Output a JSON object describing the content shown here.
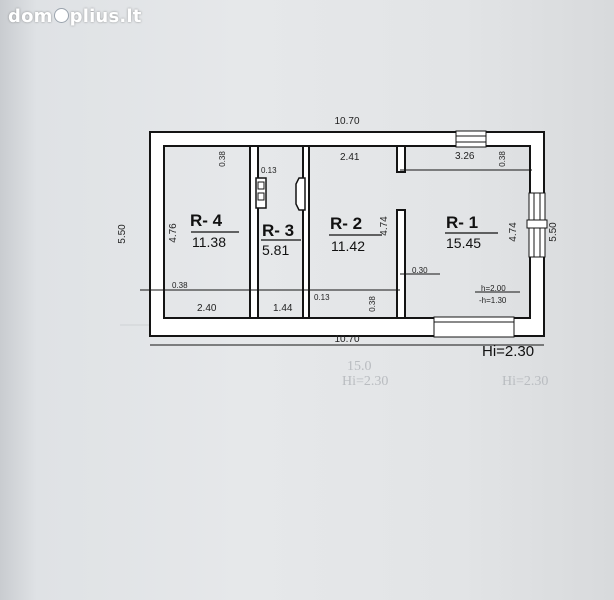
{
  "watermark": {
    "text_left": "dom",
    "text_right": "plius.lt"
  },
  "dimensions": {
    "top_length": "10.70",
    "bottom_length": "10.70",
    "left_height": "5.50",
    "right_height": "5.50"
  },
  "rooms": [
    {
      "id": "R- 4",
      "area": "11.38",
      "height": "4.76",
      "width": "2.40",
      "wall_a": "0.38",
      "wall_b": "0.38"
    },
    {
      "id": "R- 3",
      "area": "5.81",
      "width": "1.44",
      "wall_a": "0.13"
    },
    {
      "id": "R- 2",
      "area": "11.42",
      "height": "4.74",
      "width": "2.41",
      "wall_a": "0.13",
      "wall_b": "0.38"
    },
    {
      "id": "R- 1",
      "area": "15.45",
      "height": "4.74",
      "width": "3.26",
      "wall_a": "0.38",
      "wall_b": "0.30",
      "h1": "h=2.00",
      "h2": "-h=1.30"
    }
  ],
  "ceiling_height": "Hi=2.30",
  "ghost_text": {
    "a": "Hi=2.30",
    "b": "Hi=2.30",
    "c": "15.0"
  }
}
